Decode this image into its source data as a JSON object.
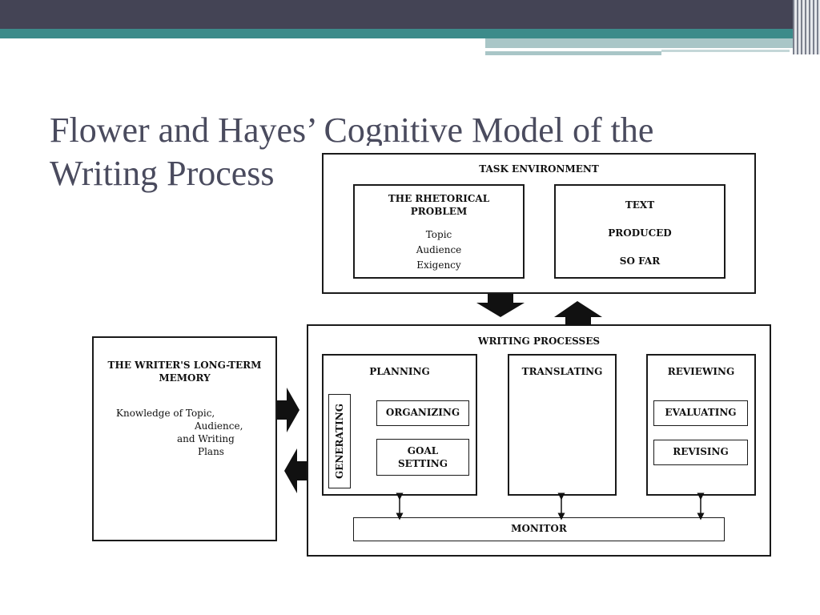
{
  "slide": {
    "title_line1": "Flower and Hayes’ Cognitive Model of the",
    "title_line2": "Writing Process"
  },
  "diagram": {
    "task_environment": {
      "label": "TASK ENVIRONMENT",
      "rhetorical_problem": {
        "title": "THE RHETORICAL\nPROBLEM",
        "items": [
          "Topic",
          "Audience",
          "Exigency"
        ]
      },
      "text_produced": {
        "line1": "TEXT",
        "line2": "PRODUCED",
        "line3": "SO FAR"
      }
    },
    "long_term_memory": {
      "title": "THE WRITER'S LONG-TERM\nMEMORY",
      "body_line1": "Knowledge of Topic,",
      "body_line2": "Audience,",
      "body_line3": "and Writing",
      "body_line4": "Plans"
    },
    "writing_processes": {
      "label": "WRITING PROCESSES",
      "planning": {
        "label": "PLANNING",
        "generating": "GENERATING",
        "organizing": "ORGANIZING",
        "goal_setting": "GOAL\nSETTING"
      },
      "translating": {
        "label": "TRANSLATING"
      },
      "reviewing": {
        "label": "REVIEWING",
        "evaluating": "EVALUATING",
        "revising": "REVISING"
      },
      "monitor": "MONITOR"
    }
  }
}
